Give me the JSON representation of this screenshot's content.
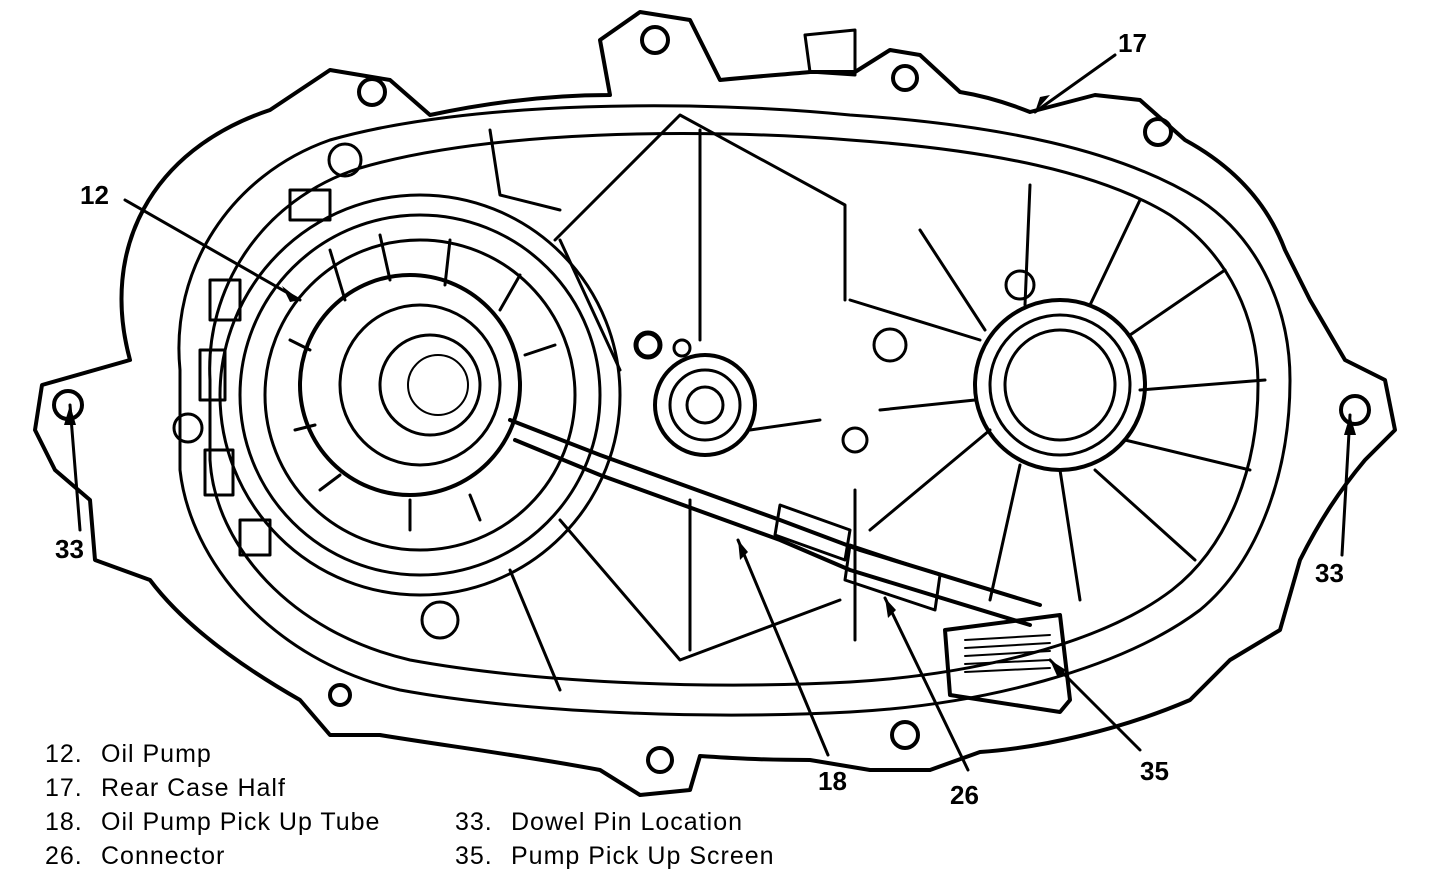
{
  "callouts": {
    "c12": "12",
    "c17": "17",
    "c18": "18",
    "c26": "26",
    "c33_left": "33",
    "c33_right": "33",
    "c35": "35"
  },
  "legend": [
    {
      "num": "12.",
      "label": "Oil Pump"
    },
    {
      "num": "17.",
      "label": "Rear Case Half"
    },
    {
      "num": "18.",
      "label": "Oil Pump Pick Up Tube"
    },
    {
      "num": "26.",
      "label": "Connector"
    },
    {
      "num": "33.",
      "label": "Dowel Pin Location"
    },
    {
      "num": "35.",
      "label": "Pump Pick Up Screen"
    }
  ]
}
